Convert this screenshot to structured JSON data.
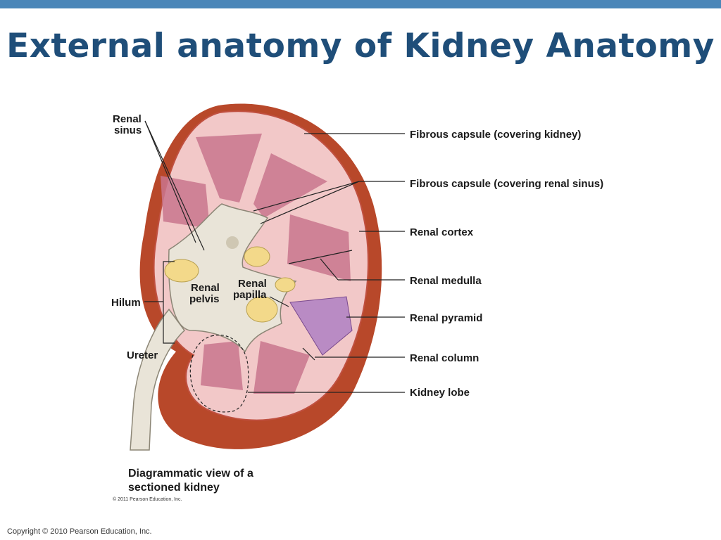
{
  "slide": {
    "title": "External anatomy of Kidney Anatomy",
    "footer": "Copyright © 2010 Pearson Education, Inc.",
    "accent_color": "#4a86b8",
    "title_color": "#1f4e79"
  },
  "diagram": {
    "labels_right": [
      "Fibrous capsule (covering kidney)",
      "Fibrous capsule (covering renal sinus)",
      "Renal cortex",
      "Renal medulla",
      "Renal pyramid",
      "Renal column",
      "Kidney lobe"
    ],
    "renal_sinus": [
      "Renal",
      "sinus"
    ],
    "hilum": "Hilum",
    "ureter": "Ureter",
    "renal_pelvis": [
      "Renal",
      "pelvis"
    ],
    "renal_papilla": [
      "Renal",
      "papilla"
    ],
    "caption": [
      "Diagrammatic view of a",
      "sectioned kidney"
    ],
    "credit": "© 2011 Pearson Education, Inc.",
    "colors": {
      "capsule": "#b8482a",
      "cortex": "#f2c8c8",
      "pyramid": "#c9768d",
      "highlight_pyramid": "#b98bc4",
      "sinus": "#e9e4d8",
      "fat": "#f3d98a"
    }
  }
}
